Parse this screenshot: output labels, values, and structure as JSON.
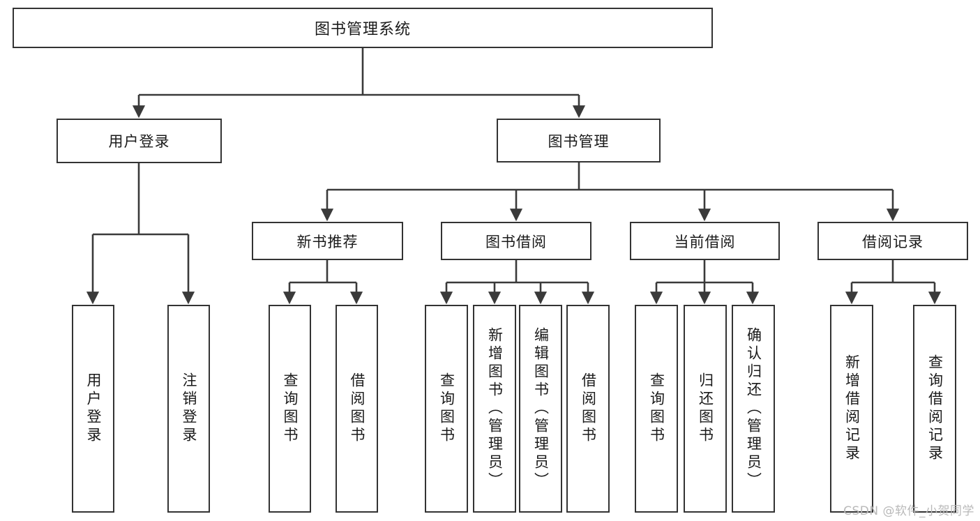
{
  "diagram": {
    "type": "tree",
    "title": "图书管理系统",
    "watermark": "CSDN @软件_小贺同学",
    "colors": {
      "box_border": "#333333",
      "box_fill": "#ffffff",
      "line": "#3a3a3a",
      "text": "#1a1a1a",
      "watermark": "#b9b9b9"
    },
    "root": {
      "label": "图书管理系统"
    },
    "level1": [
      {
        "label": "用户登录"
      },
      {
        "label": "图书管理"
      }
    ],
    "level2": [
      {
        "label": "新书推荐"
      },
      {
        "label": "图书借阅"
      },
      {
        "label": "当前借阅"
      },
      {
        "label": "借阅记录"
      }
    ],
    "leaves": {
      "user_login": [
        {
          "label": "用户登录"
        },
        {
          "label": "注销登录"
        }
      ],
      "new_book": [
        {
          "label": "查询图书"
        },
        {
          "label": "借阅图书"
        }
      ],
      "book_borrow": [
        {
          "label": "查询图书"
        },
        {
          "label": "新增图书（管理员）"
        },
        {
          "label": "编辑图书（管理员）"
        },
        {
          "label": "借阅图书"
        }
      ],
      "current_borrow": [
        {
          "label": "查询图书"
        },
        {
          "label": "归还图书"
        },
        {
          "label": "确认归还（管理员）"
        }
      ],
      "borrow_record": [
        {
          "label": "新增借阅记录"
        },
        {
          "label": "查询借阅记录"
        }
      ]
    }
  }
}
